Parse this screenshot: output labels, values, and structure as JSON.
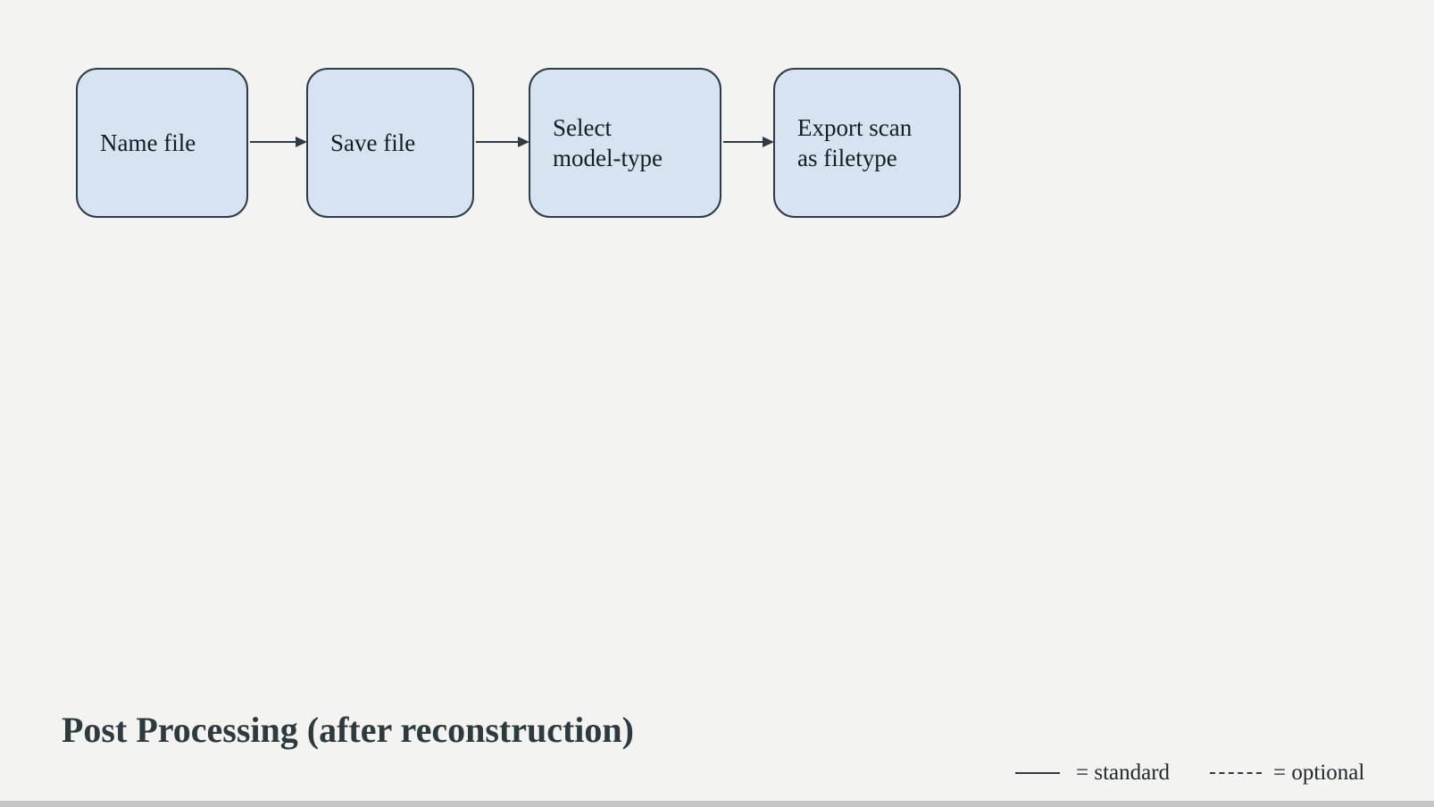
{
  "diagram": {
    "title": "Post Processing (after reconstruction)",
    "nodes": [
      {
        "id": "name-file",
        "label": "Name file"
      },
      {
        "id": "save-file",
        "label": "Save file"
      },
      {
        "id": "select-model-type",
        "label": "Select\nmodel-type"
      },
      {
        "id": "export-scan",
        "label": "Export scan\nas filetype"
      }
    ],
    "edges": [
      {
        "from": "name-file",
        "to": "save-file",
        "style": "standard"
      },
      {
        "from": "save-file",
        "to": "select-model-type",
        "style": "standard"
      },
      {
        "from": "select-model-type",
        "to": "export-scan",
        "style": "standard"
      }
    ],
    "legend": {
      "standard_label": "= standard",
      "optional_label": "= optional"
    },
    "colors": {
      "background": "#f3f3f1",
      "node_fill": "#d7e3f1",
      "node_border": "#2e3b44",
      "connector": "#2e3b44",
      "title_text": "#2d3a3e",
      "legend_text": "#20282b",
      "scrollbar": "#c3c7c6"
    }
  }
}
